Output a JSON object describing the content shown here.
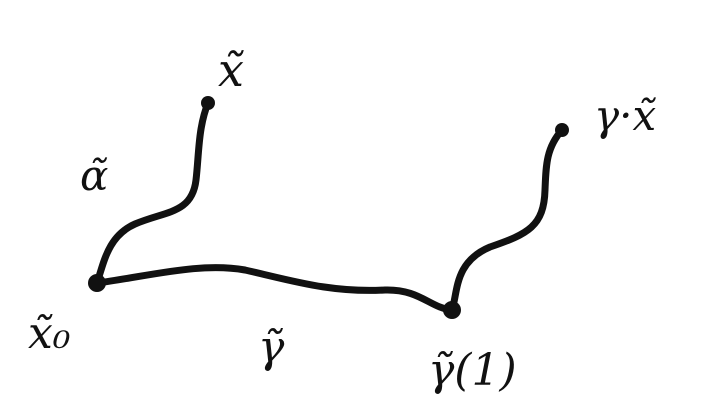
{
  "labels": {
    "x_tilde": "x̃",
    "alpha_tilde": "α̃",
    "gamma_x_tilde": "γ·x̃",
    "x0_tilde": "x̃₀",
    "gamma_tilde": "γ̃",
    "gamma_tilde_1": "γ̃(1)"
  },
  "colors": {
    "ink": "#111111",
    "background": "#ffffff"
  }
}
